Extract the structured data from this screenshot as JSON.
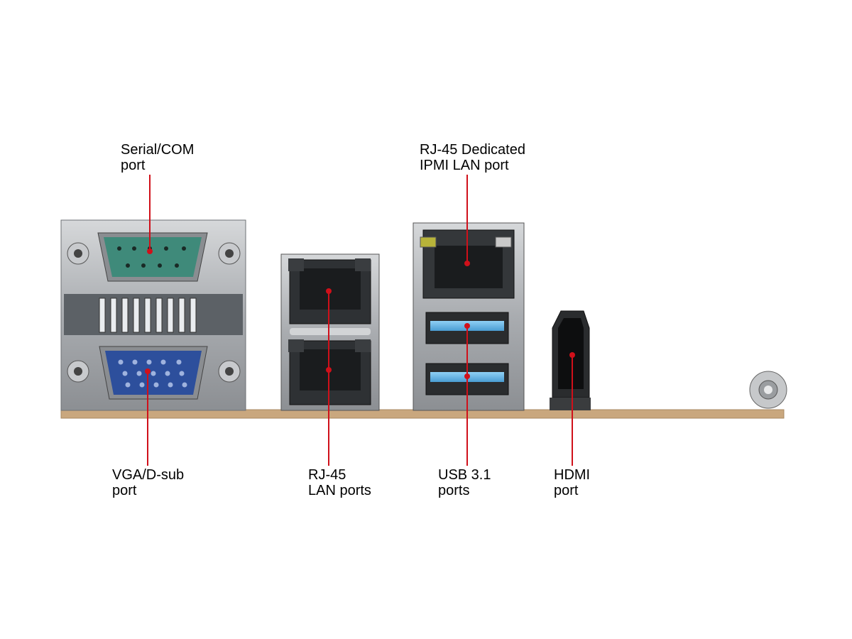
{
  "labels": {
    "serial": {
      "line1": "Serial/COM",
      "line2": "port"
    },
    "ipmi": {
      "line1": "RJ-45 Dedicated",
      "line2": "IPMI LAN port"
    },
    "vga": {
      "line1": "VGA/D-sub",
      "line2": "port"
    },
    "lan": {
      "line1": "RJ-45",
      "line2": "LAN ports"
    },
    "usb": {
      "line1": "USB 3.1",
      "line2": "ports"
    },
    "hdmi": {
      "line1": "HDMI",
      "line2": "port"
    }
  },
  "colors": {
    "leader": "#d0101a",
    "metal": "#b9bcbf",
    "serial_connector": "#3f8a7a",
    "vga_connector": "#2d4f9c",
    "usb_tongue": "#5aaee0",
    "board": "#c9a77e"
  }
}
